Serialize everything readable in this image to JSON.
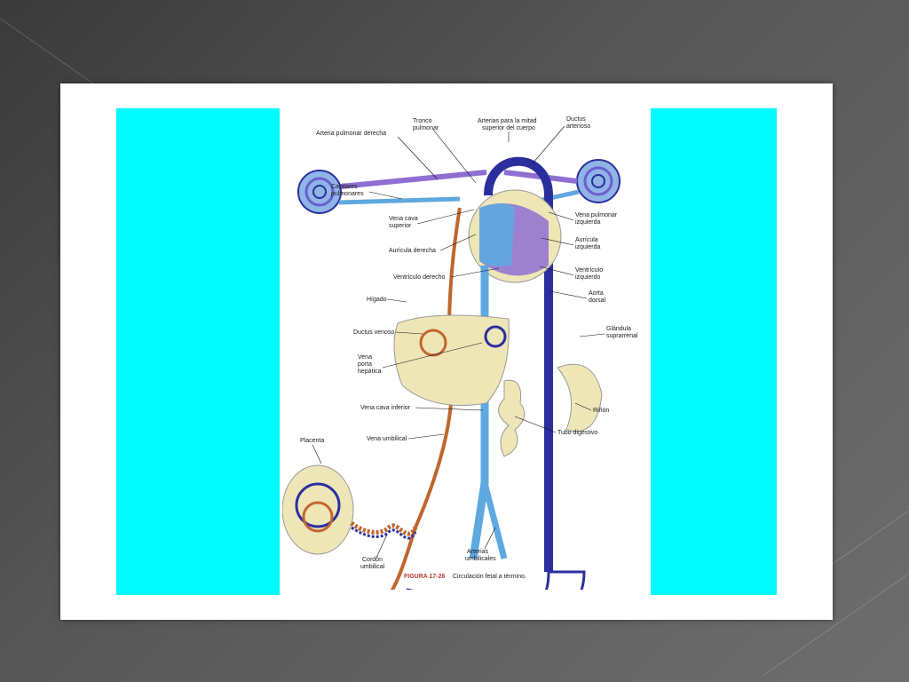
{
  "slide": {
    "colors": {
      "panel": "#00fbff",
      "background": "#555555",
      "slide": "#ffffff"
    }
  },
  "figure": {
    "labels": {
      "tronco": "Tronco\npulmonar",
      "arterias_mitad": "Arterias para la mitad\nsuperior del cuerpo",
      "ductus_arterioso": "Ductus\narterioso",
      "arteria_pulmonar_derecha": "Arteria pulmonar derecha",
      "capilares": "Capilares\npulmonares",
      "vena_cava_superior": "Vena cava\nsuperior",
      "vena_pulmonar_izq": "Vena pulmonar\nizquierda",
      "auricula_derecha": "Aurícula derecha",
      "auricula_izquierda": "Aurícula\nizquierda",
      "ventriculo_derecho": "Ventrículo derecho",
      "ventriculo_izquierdo": "Ventrículo\nizquierdo",
      "aorta": "Aorta\ndorsal",
      "higado": "Hígado",
      "ductus_venoso": "Ductus venoso",
      "glandula": "Glándula\nsuprarrenal",
      "vena_porta": "Vena\nporta\nhepática",
      "rinon": "Riñón",
      "vena_cava_inferior": "Vena cava inferior",
      "tubo_digestivo": "Tubo digestivo",
      "vena_umbilical": "Vena umbilical",
      "placenta": "Placenta",
      "arterias_umbilicales": "Arterias\numbilicales",
      "cordon": "Cordón\numbilical"
    },
    "caption_label": "FIGURA 17-26",
    "caption_text": "Circulación fetal a término.",
    "colors": {
      "oxygenated": "#c0662e",
      "deoxygenated": "#2b2f9e",
      "mixed": "#5fa8e0",
      "heart": "#8e6fd1",
      "organ": "#efe6b8"
    }
  }
}
